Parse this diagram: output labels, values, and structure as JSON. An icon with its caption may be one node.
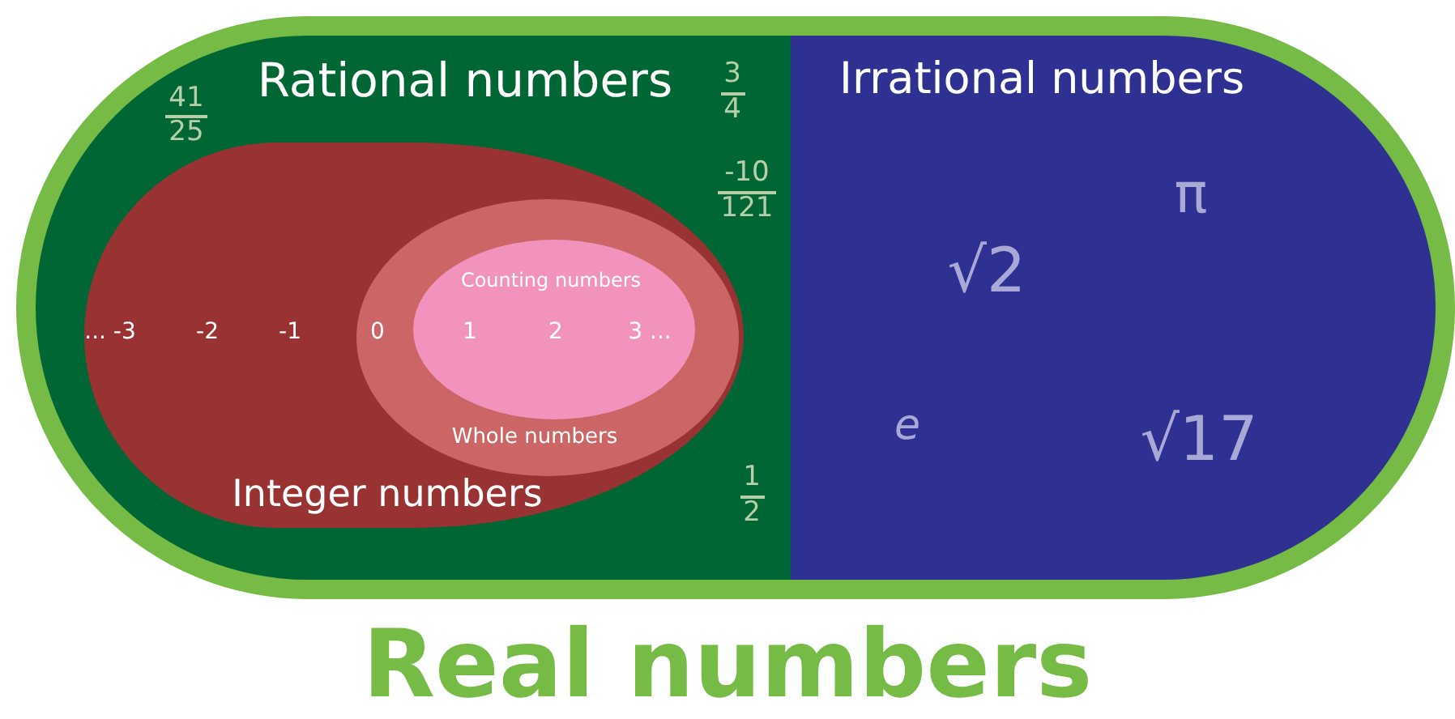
{
  "diagram": {
    "nodes": [
      {
        "text": [
          "Real numbers"
        ]
      },
      {
        "text": [
          "Rational numbers",
          "41",
          "25",
          "3",
          "4",
          "-10",
          "121",
          "1",
          "2"
        ],
        "in": 0
      },
      {
        "text": [
          "Integer numbers",
          "... -3",
          "-2",
          "-1"
        ],
        "in": 1
      },
      {
        "text": [
          "Whole numbers",
          "0"
        ],
        "in": 2
      },
      {
        "text": [
          "Counting numbers",
          "1",
          "2",
          "3 ..."
        ],
        "in": 3
      },
      {
        "text": [
          "Irrational numbers",
          "√2",
          "π",
          "e",
          "√17"
        ],
        "in": 0
      }
    ],
    "edges": []
  }
}
